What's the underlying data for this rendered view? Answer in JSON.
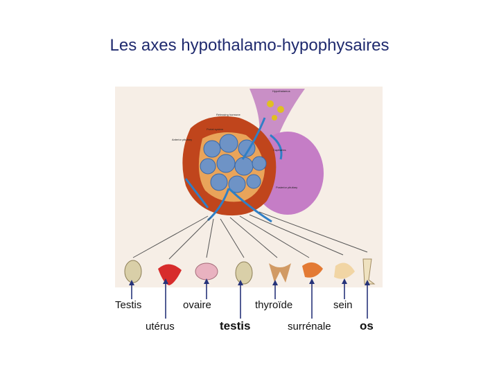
{
  "title": "Les axes hypothalamo-hypophysaires",
  "figure": {
    "labels": {
      "hypothalamus": "Hypothalamus",
      "releasing_hormone": "Releasing hormone",
      "portal_system": "Portal system",
      "anterior_pituitary": "Anterior pituitary",
      "capillaries": "Capillaries",
      "posterior_pituitary": "Posterior pituitary"
    },
    "hormone_colors": {
      "vessel": "#2f7fc6",
      "anterior": "#c4501f",
      "posterior": "#b771b8"
    }
  },
  "targets": {
    "row1": [
      "Testis",
      "ovaire",
      "thyroïde",
      "sein"
    ],
    "row2": [
      "utérus",
      "testis",
      "surrénale",
      "os"
    ]
  }
}
